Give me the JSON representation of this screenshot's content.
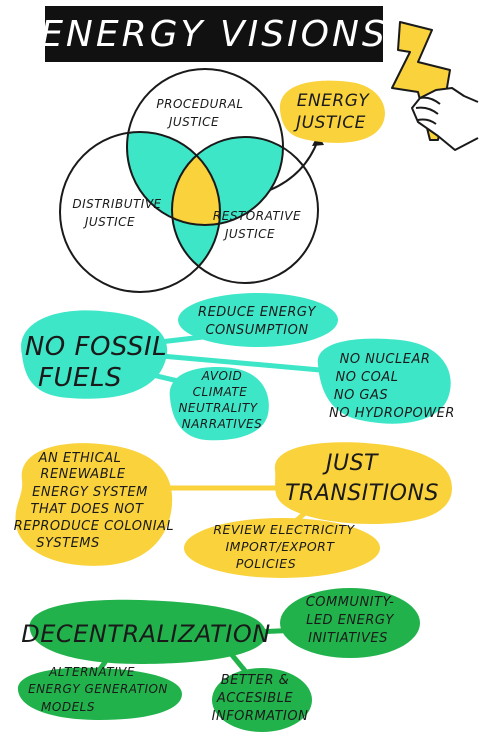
{
  "title": "ENERGY VISIONS",
  "venn": {
    "procedural": [
      "PROCEDURAL",
      "JUSTICE"
    ],
    "distributive": [
      "DISTRIBUTIVE",
      "JUSTICE"
    ],
    "restorative": [
      "RESTORATIVE",
      "JUSTICE"
    ],
    "result": [
      "ENERGY",
      "JUSTICE"
    ]
  },
  "fossil": {
    "main": [
      "NO FOSSIL",
      "FUELS"
    ],
    "reduce": [
      "REDUCE ENERGY",
      "CONSUMPTION"
    ],
    "no_list": [
      "NO NUCLEAR",
      "NO COAL",
      "NO GAS",
      "NO HYDROPOWER"
    ],
    "avoid": [
      "AVOID",
      "CLIMATE",
      "NEUTRALITY",
      "NARRATIVES"
    ]
  },
  "transitions": {
    "main": [
      "JUST",
      "TRANSITIONS"
    ],
    "ethical": [
      "AN ETHICAL",
      "RENEWABLE",
      "ENERGY SYSTEM",
      "THAT DOES NOT",
      "REPRODUCE COLONIAL",
      "SYSTEMS"
    ],
    "review": [
      "REVIEW ELECTRICITY",
      "IMPORT/EXPORT",
      "POLICIES"
    ]
  },
  "decentral": {
    "main": "DECENTRALIZATION",
    "community": [
      "COMMUNITY-",
      "LED ENERGY",
      "INITIATIVES"
    ],
    "alternative": [
      "ALTERNATIVE",
      "ENERGY GENERATION",
      "MODELS"
    ],
    "better": [
      "BETTER &",
      "ACCESIBLE",
      "INFORMATION"
    ]
  },
  "colors": {
    "teal": "#3ee6c8",
    "yellow": "#f9d23c",
    "green": "#22b24c",
    "ink": "#1a1a1a"
  },
  "icons": [
    "lightning-bolt-icon",
    "fist-icon"
  ]
}
